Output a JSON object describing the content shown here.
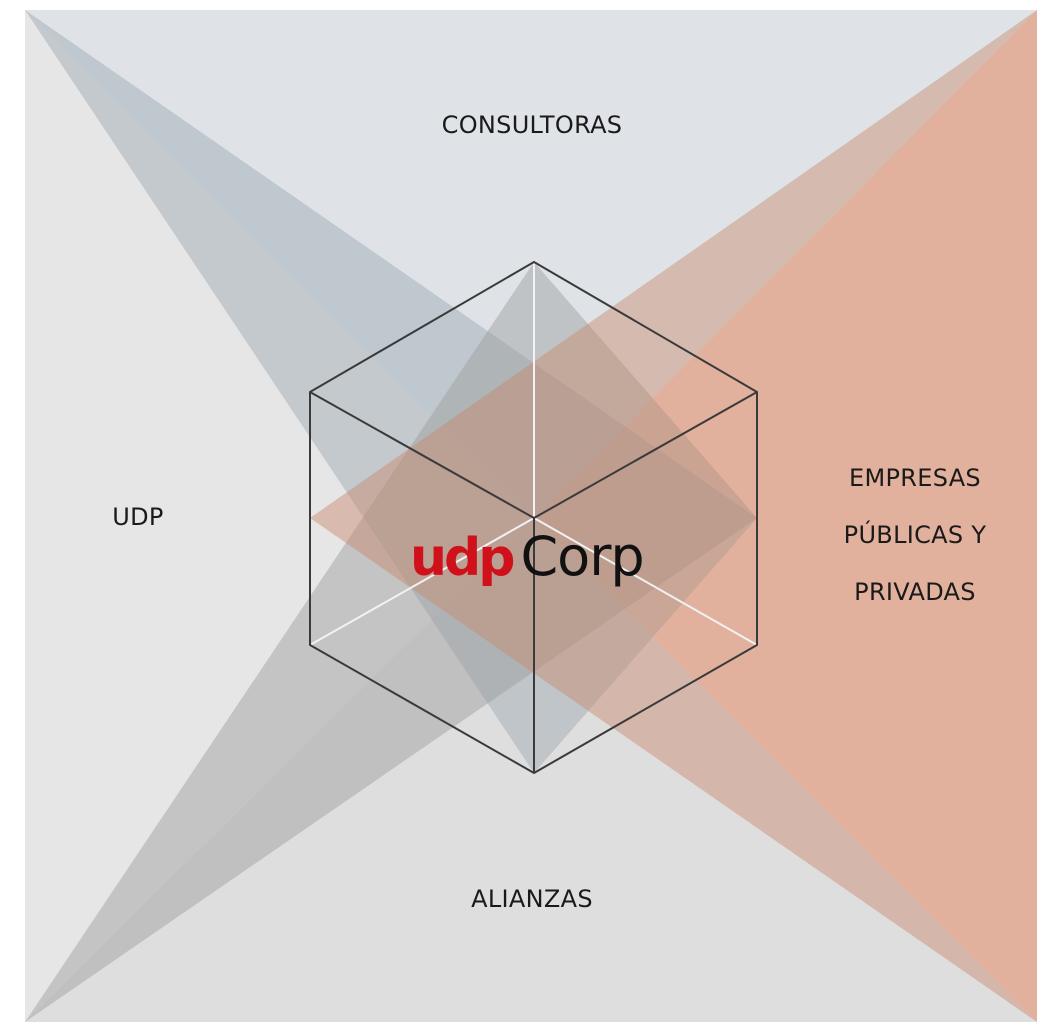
{
  "colors": {
    "background": "#ffffff",
    "top_quadrant": "#dfe3e7",
    "left_quadrant": "#e6e6e6",
    "bottom_quadrant": "#dedede",
    "right_quadrant": "#f6d4c7",
    "steel_triangle": "#9aa6b0",
    "gray_triangle": "#9c9c9c",
    "copper_triangle": "#c8876b",
    "cube_outline": "#3a3a3a",
    "cube_inner_edges": "#f2f2f2",
    "logo_red": "#d0111b",
    "logo_black": "#111111"
  },
  "labels": {
    "top": "CONSULTORAS",
    "left": "UDP",
    "bottom": "ALIANZAS",
    "right_lines": [
      "EMPRESAS",
      "PÚBLICAS Y",
      "PRIVADAS"
    ]
  },
  "logo": {
    "part1": "udp",
    "part2": "Corp"
  }
}
